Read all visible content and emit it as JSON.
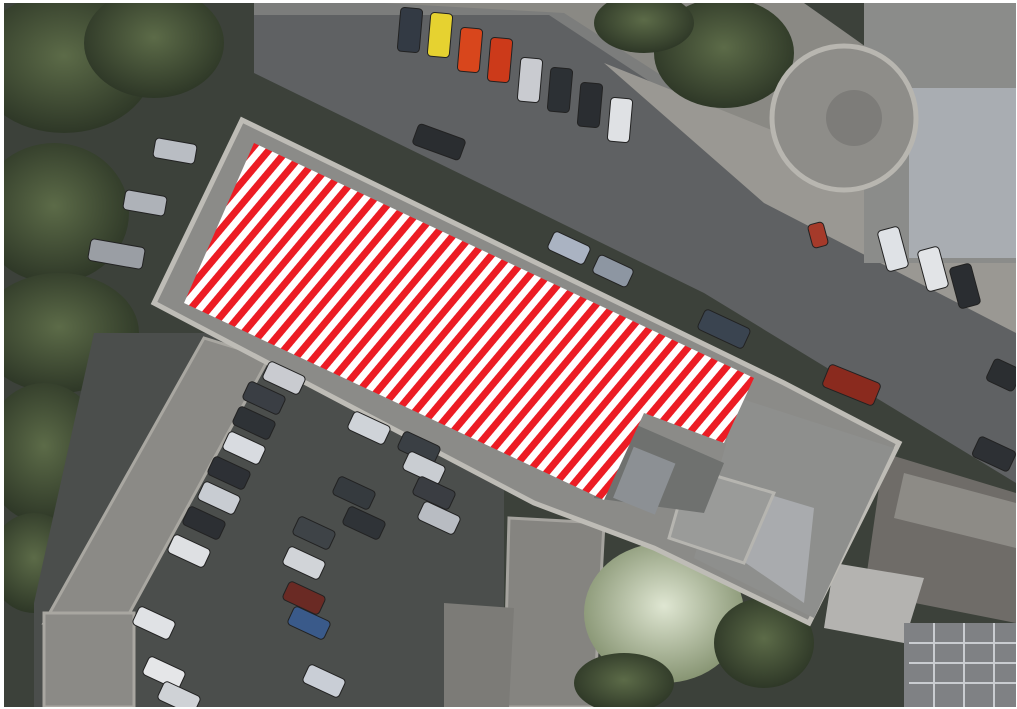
{
  "map": {
    "kind": "aerial-photo",
    "colors": {
      "ground_dark": "#3a3f38",
      "road": "#5f6163",
      "road_edge": "#7b7c7c",
      "sidewalk": "#8b8a86",
      "roof_gray": "#8a8b88",
      "roof_light": "#a6a7a4",
      "roof_edge": "#b9b8b2",
      "parking": "#4b4e4c",
      "tree_dark": "#2c3526",
      "tree_mid": "#46553a",
      "tree_light": "#b9c4a8",
      "hatch_red": "#ec1c24",
      "hatch_white": "#ffffff"
    },
    "highlighted_area": {
      "label": "",
      "pattern": "diagonal-stripes",
      "colors": [
        "#ec1c24",
        "#ffffff"
      ]
    },
    "features": [
      "street",
      "parking-lot",
      "building-main",
      "building-round",
      "trees",
      "parked-cars"
    ]
  }
}
